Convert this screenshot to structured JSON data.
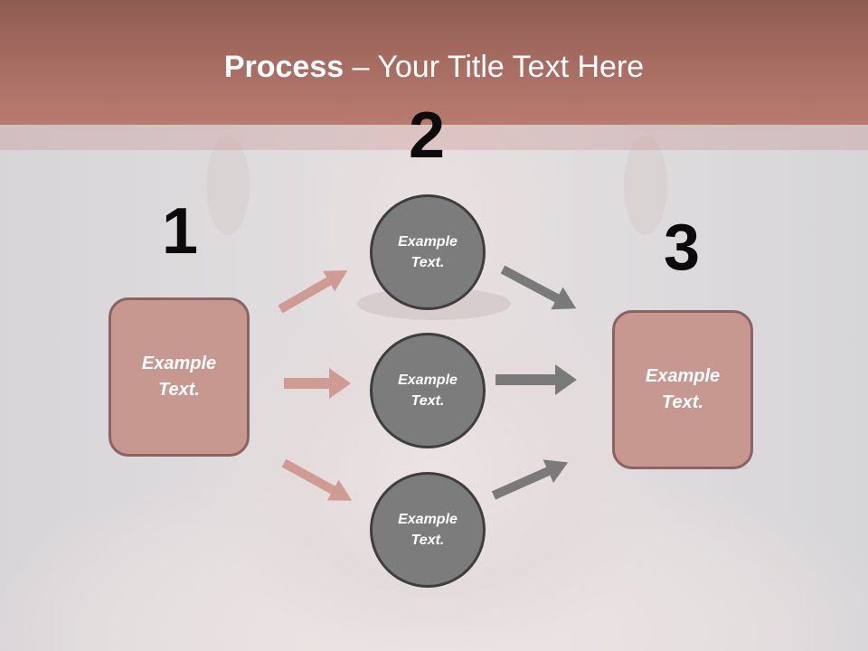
{
  "header": {
    "title_bold": "Process",
    "title_rest": " – Your Title Text Here"
  },
  "steps": {
    "one": "1",
    "two": "2",
    "three": "3"
  },
  "left_box": {
    "line1": "Example",
    "line2": "Text."
  },
  "right_box": {
    "line1": "Example",
    "line2": "Text."
  },
  "circles": [
    {
      "line1": "Example",
      "line2": "Text."
    },
    {
      "line1": "Example",
      "line2": "Text."
    },
    {
      "line1": "Example",
      "line2": "Text."
    }
  ],
  "colors": {
    "header": "#a46a60",
    "box_fill": "#c79890",
    "box_border": "#8a6461",
    "circle_fill": "#7c7c7c",
    "circle_border": "#3e3e3e",
    "arrow_pink": "#cf9b92",
    "arrow_gray": "#7a7a7a"
  }
}
